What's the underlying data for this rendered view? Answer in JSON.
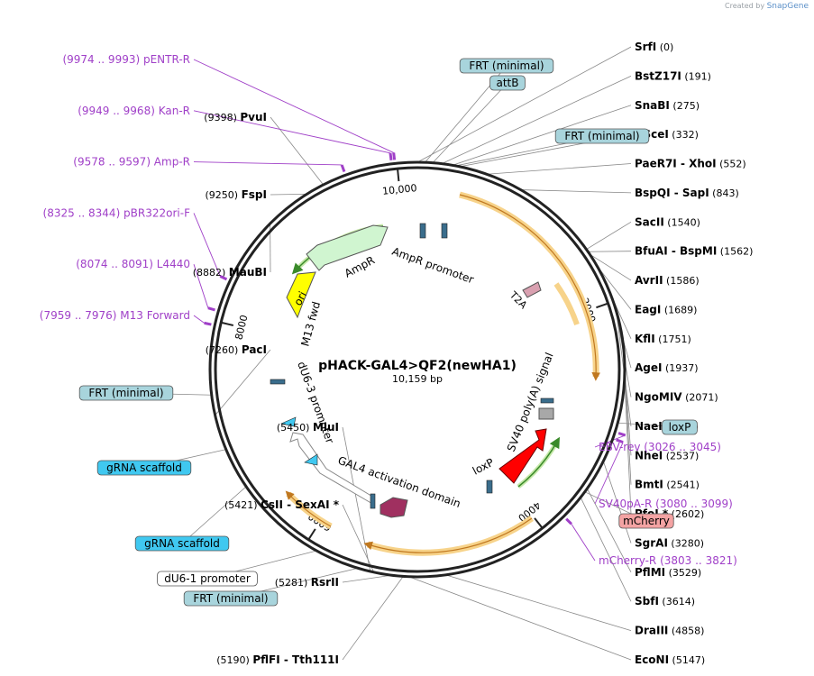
{
  "watermark": {
    "prefix": "Created by",
    "brand": "SnapGene"
  },
  "plasmid": {
    "name": "pHACK-GAL4>QF2(newHA1)",
    "length_label": "10,159 bp",
    "total_bp": 10159
  },
  "ruler_ticks": [
    {
      "label": "10,000",
      "bp": 10000
    },
    {
      "label": "2000",
      "bp": 2000
    },
    {
      "label": "4000",
      "bp": 4000
    },
    {
      "label": "6000",
      "bp": 6000
    },
    {
      "label": "8000",
      "bp": 8000
    }
  ],
  "colors": {
    "orf": "#f0c060",
    "orf_stroke": "#c07820",
    "green": "#3a8a2a",
    "primer": "#a040c8",
    "feature_blue": "#a8d4dc",
    "gray_box": "#ffffff"
  },
  "enzymes": [
    {
      "name": "SrfI",
      "pos": "(0)",
      "bp": 0,
      "side": "R"
    },
    {
      "name": "BstZ17I",
      "pos": "(191)",
      "bp": 191,
      "side": "R"
    },
    {
      "name": "SnaBI",
      "pos": "(275)",
      "bp": 275,
      "side": "R"
    },
    {
      "name": "I-SceI",
      "pos": "(332)",
      "bp": 332,
      "side": "R"
    },
    {
      "name": "PaeR7I - XhoI",
      "pos": "(552)",
      "bp": 552,
      "side": "R"
    },
    {
      "name": "BspQI - SapI",
      "pos": "(843)",
      "bp": 843,
      "side": "R"
    },
    {
      "name": "SacII",
      "pos": "(1540)",
      "bp": 1540,
      "side": "R"
    },
    {
      "name": "BfuAI - BspMI",
      "pos": "(1562)",
      "bp": 1562,
      "side": "R"
    },
    {
      "name": "AvrII",
      "pos": "(1586)",
      "bp": 1586,
      "side": "R"
    },
    {
      "name": "EagI",
      "pos": "(1689)",
      "bp": 1689,
      "side": "R"
    },
    {
      "name": "KflI",
      "pos": "(1751)",
      "bp": 1751,
      "side": "R"
    },
    {
      "name": "AgeI",
      "pos": "(1937)",
      "bp": 1937,
      "side": "R"
    },
    {
      "name": "NgoMIV",
      "pos": "(2071)",
      "bp": 2071,
      "side": "R"
    },
    {
      "name": "NaeI",
      "pos": "(2073)",
      "bp": 2073,
      "side": "R"
    },
    {
      "name": "NheI",
      "pos": "(2537)",
      "bp": 2537,
      "side": "R"
    },
    {
      "name": "BmtI",
      "pos": "(2541)",
      "bp": 2541,
      "side": "R"
    },
    {
      "name": "PfoI *",
      "pos": "(2602)",
      "bp": 2602,
      "side": "R"
    },
    {
      "name": "SgrAI",
      "pos": "(3280)",
      "bp": 3280,
      "side": "R"
    },
    {
      "name": "PflMI",
      "pos": "(3529)",
      "bp": 3529,
      "side": "R"
    },
    {
      "name": "SbfI",
      "pos": "(3614)",
      "bp": 3614,
      "side": "R"
    },
    {
      "name": "DraIII",
      "pos": "(4858)",
      "bp": 4858,
      "side": "R"
    },
    {
      "name": "EcoNI",
      "pos": "(5147)",
      "bp": 5147,
      "side": "R"
    },
    {
      "name": "PflFI - Tth111I",
      "pos": "(5190)",
      "bp": 5190,
      "side": "L"
    },
    {
      "name": "RsrII",
      "pos": "(5281)",
      "bp": 5281,
      "side": "L"
    },
    {
      "name": "CsII - SexAI *",
      "pos": "(5421)",
      "bp": 5421,
      "side": "L"
    },
    {
      "name": "MluI",
      "pos": "(5450)",
      "bp": 5450,
      "side": "L"
    },
    {
      "name": "PacI",
      "pos": "(7260)",
      "bp": 7260,
      "side": "L"
    },
    {
      "name": "MauBI",
      "pos": "(8882)",
      "bp": 8882,
      "side": "L"
    },
    {
      "name": "FspI",
      "pos": "(9250)",
      "bp": 9250,
      "side": "L"
    },
    {
      "name": "PvuI",
      "pos": "(9398)",
      "bp": 9398,
      "side": "L"
    }
  ],
  "primers": [
    {
      "name": "pENTR-R",
      "range": "(9974 .. 9993)",
      "bp": 9983,
      "side": "L"
    },
    {
      "name": "Kan-R",
      "range": "(9949 .. 9968)",
      "bp": 9958,
      "side": "L"
    },
    {
      "name": "Amp-R",
      "range": "(9578 .. 9597)",
      "bp": 9587,
      "side": "L"
    },
    {
      "name": "pBR322ori-F",
      "range": "(8325 .. 8344)",
      "bp": 8334,
      "side": "L"
    },
    {
      "name": "L4440",
      "range": "(8074 .. 8091)",
      "bp": 8082,
      "side": "L"
    },
    {
      "name": "M13 Forward",
      "range": "(7959 .. 7976)",
      "bp": 7967,
      "side": "L"
    },
    {
      "name": "EBV-rev",
      "range": "(3026 .. 3045)",
      "bp": 3035,
      "side": "R"
    },
    {
      "name": "SV40pA-R",
      "range": "(3080 .. 3099)",
      "bp": 3089,
      "side": "R"
    },
    {
      "name": "mCherry-R",
      "range": "(3803 .. 3821)",
      "bp": 3812,
      "side": "R"
    }
  ],
  "feature_tags": [
    {
      "label": "FRT (minimal)",
      "color": "#a8d4dc",
      "bp": 60
    },
    {
      "label": "attB",
      "color": "#a8d4dc",
      "bp": 120
    },
    {
      "label": "FRT (minimal)",
      "color": "#a8d4dc",
      "bp": 300
    },
    {
      "label": "loxP",
      "color": "#a8d4dc",
      "bp": 2960
    },
    {
      "label": "mCherry",
      "color": "#f4a3a3",
      "bp": 3560
    },
    {
      "label": "FRT (minimal)",
      "color": "#a8d4dc",
      "bp": 7420
    },
    {
      "label": "gRNA scaffold",
      "color": "#40c8f0",
      "bp": 6980
    },
    {
      "label": "gRNA scaffold",
      "color": "#40c8f0",
      "bp": 6650
    },
    {
      "label": "dU6-1 promoter",
      "color": "#ffffff",
      "bp": 5900
    },
    {
      "label": "FRT (minimal)",
      "color": "#a8d4dc",
      "bp": 5550
    }
  ],
  "inner_labels": {
    "ampr_promoter": "AmpR promoter",
    "ampr": "AmpR",
    "ori": "ori",
    "m13_fwd": "M13 fwd",
    "t2a": "T2A",
    "sv40": "SV40 poly(A) signal",
    "loxp": "loxP",
    "gal4": "GAL4 activation domain",
    "du6_3": "dU6-3 promoter"
  }
}
